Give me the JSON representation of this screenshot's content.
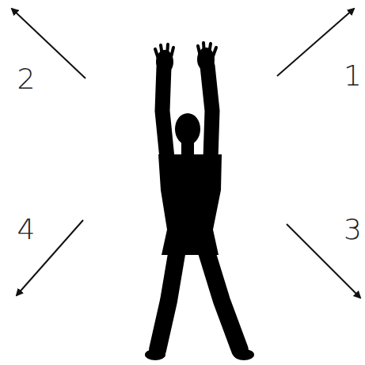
{
  "diagram": {
    "labels": [
      "2",
      "1",
      "4",
      "3"
    ]
  }
}
